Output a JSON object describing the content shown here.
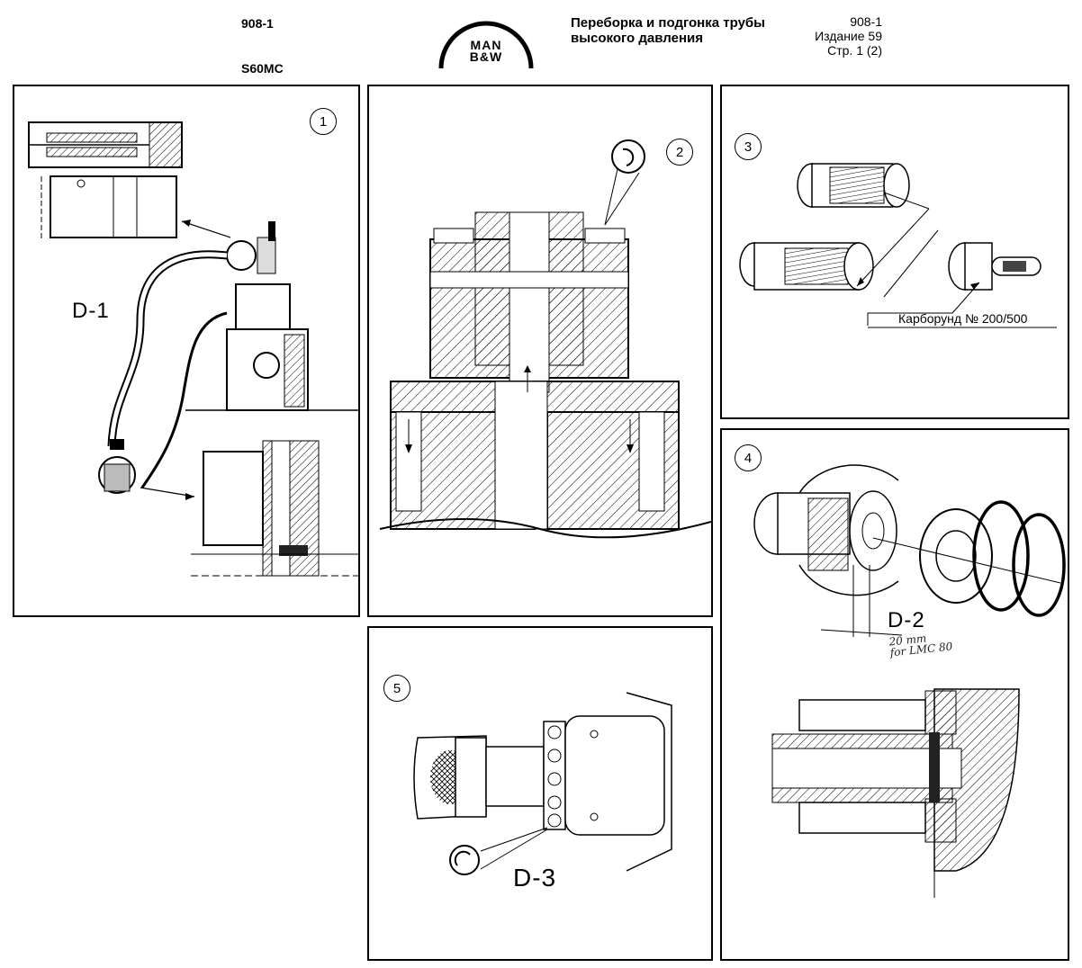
{
  "header": {
    "doc_id_left": "908-1",
    "engine": "S60MC",
    "logo_line1": "MAN",
    "logo_line2": "B&W",
    "title_line1": "Переборка и подгонка трубы",
    "title_line2": "высокого давления",
    "doc_id_right": "908-1",
    "edition": "Издание 59",
    "page": "Стр. 1 (2)"
  },
  "panels": {
    "p1": {
      "number": "1",
      "label": "D-1"
    },
    "p2": {
      "number": "2"
    },
    "p3": {
      "number": "3",
      "note": "Карборунд № 200/500"
    },
    "p4": {
      "number": "4",
      "label": "D-2",
      "hand_note_line1": "20 mm",
      "hand_note_line2": "for LMC 80"
    },
    "p5": {
      "number": "5",
      "label": "D-3"
    }
  }
}
